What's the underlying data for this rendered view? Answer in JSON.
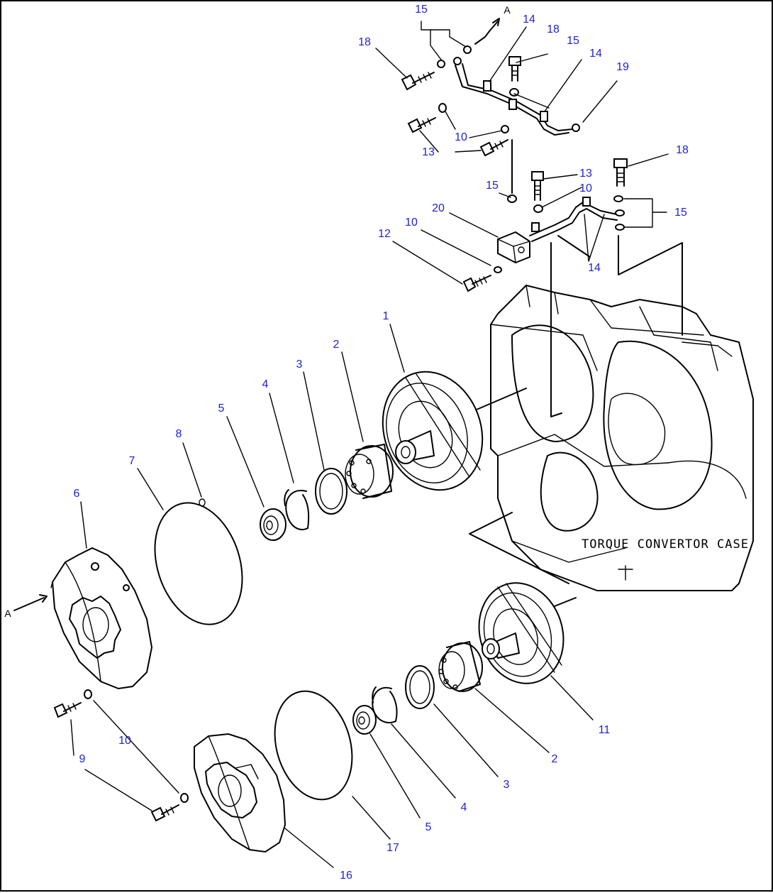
{
  "case_label": "TORQUE CONVERTOR CASE",
  "view_marker": "A",
  "callouts": [
    {
      "id": "c1",
      "text": "1"
    },
    {
      "id": "c2a",
      "text": "2"
    },
    {
      "id": "c2b",
      "text": "2"
    },
    {
      "id": "c3a",
      "text": "3"
    },
    {
      "id": "c3b",
      "text": "3"
    },
    {
      "id": "c4a",
      "text": "4"
    },
    {
      "id": "c4b",
      "text": "4"
    },
    {
      "id": "c5a",
      "text": "5"
    },
    {
      "id": "c5b",
      "text": "5"
    },
    {
      "id": "c6",
      "text": "6"
    },
    {
      "id": "c7",
      "text": "7"
    },
    {
      "id": "c8",
      "text": "8"
    },
    {
      "id": "c9",
      "text": "9"
    },
    {
      "id": "c10a",
      "text": "10"
    },
    {
      "id": "c10b",
      "text": "10"
    },
    {
      "id": "c10c",
      "text": "10"
    },
    {
      "id": "c10d",
      "text": "10"
    },
    {
      "id": "c11",
      "text": "11"
    },
    {
      "id": "c12",
      "text": "12"
    },
    {
      "id": "c13a",
      "text": "13"
    },
    {
      "id": "c13b",
      "text": "13"
    },
    {
      "id": "c14a",
      "text": "14"
    },
    {
      "id": "c14b",
      "text": "14"
    },
    {
      "id": "c14c",
      "text": "14"
    },
    {
      "id": "c15a",
      "text": "15"
    },
    {
      "id": "c15b",
      "text": "15"
    },
    {
      "id": "c15c",
      "text": "15"
    },
    {
      "id": "c15d",
      "text": "15"
    },
    {
      "id": "c16",
      "text": "16"
    },
    {
      "id": "c17",
      "text": "17"
    },
    {
      "id": "c18a",
      "text": "18"
    },
    {
      "id": "c18b",
      "text": "18"
    },
    {
      "id": "c18c",
      "text": "18"
    },
    {
      "id": "c19",
      "text": "19"
    },
    {
      "id": "c20",
      "text": "20"
    }
  ]
}
